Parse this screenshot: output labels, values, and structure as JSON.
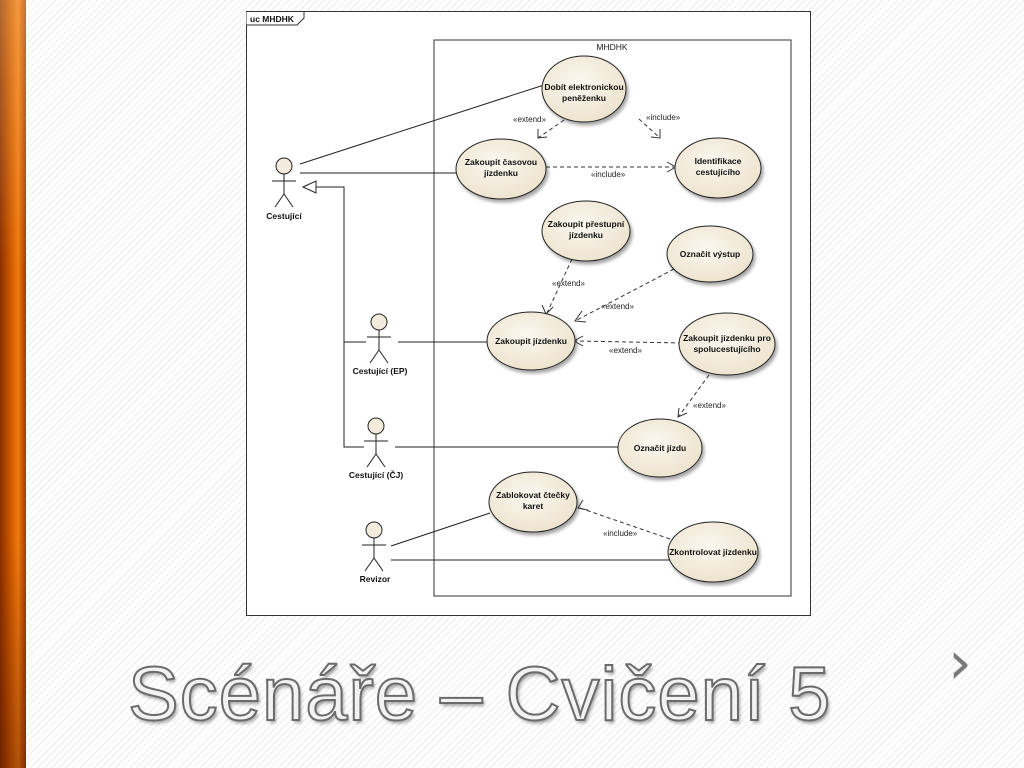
{
  "diagram": {
    "frame_tag": "uc MHDHK",
    "boundary_name": "MHDHK",
    "actors": [
      {
        "id": "cestujici",
        "label": "Cestující"
      },
      {
        "id": "cestujici-ep",
        "label": "Cestující (EP)"
      },
      {
        "id": "cestujici-cj",
        "label": "Cestující (ČJ)"
      },
      {
        "id": "revizor",
        "label": "Revizor"
      }
    ],
    "use_cases": [
      {
        "id": "dobit",
        "lines": [
          "Dobít elektronickou",
          "peněženku"
        ]
      },
      {
        "id": "casova",
        "lines": [
          "Zakoupit časovou",
          "jízdenku"
        ]
      },
      {
        "id": "identifikace",
        "lines": [
          "Identifikace",
          "cestujícího"
        ]
      },
      {
        "id": "prestupni",
        "lines": [
          "Zakoupit přestupní",
          "jízdenku"
        ]
      },
      {
        "id": "vystup",
        "lines": [
          "Označit výstup"
        ]
      },
      {
        "id": "zakoupit",
        "lines": [
          "Zakoupit jízdenku"
        ]
      },
      {
        "id": "spolucestujici",
        "lines": [
          "Zakoupit jízdenku pro",
          "spolucestujícího"
        ]
      },
      {
        "id": "jizda",
        "lines": [
          "Označit jízdu"
        ]
      },
      {
        "id": "zablokovat",
        "lines": [
          "Zablokovat čtečky",
          "karet"
        ]
      },
      {
        "id": "zkontrolovat",
        "lines": [
          "Zkontrolovat jízdenku"
        ]
      }
    ],
    "relations": [
      {
        "id": "r1",
        "kind": "extend",
        "label": "«extend»"
      },
      {
        "id": "r2",
        "kind": "include",
        "label": "«include»"
      },
      {
        "id": "r3",
        "kind": "include",
        "label": "«include»"
      },
      {
        "id": "r4",
        "kind": "extend",
        "label": "«extend»"
      },
      {
        "id": "r5",
        "kind": "extend",
        "label": "«extend»"
      },
      {
        "id": "r6",
        "kind": "extend",
        "label": "«extend»"
      },
      {
        "id": "r7",
        "kind": "extend",
        "label": "«extend»"
      },
      {
        "id": "r8",
        "kind": "include",
        "label": "«include»"
      }
    ]
  },
  "slide": {
    "title": "Scénáře – Cvičení 5",
    "next_icon": "chevron-right-icon"
  },
  "colors": {
    "accent_bar": "#d45d00",
    "use_case_fill": "#f3ecdc",
    "title_fill": "#f2f2f2",
    "title_outline": "#6b6b6b"
  }
}
